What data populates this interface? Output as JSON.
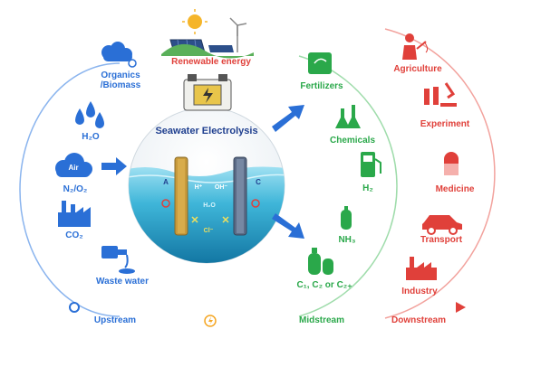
{
  "top": {
    "renewable_energy": "Renewable energy"
  },
  "center": {
    "title": "Seawater Electrolysis",
    "anode": "A",
    "cathode": "C",
    "h_plus": "H⁺",
    "oh_minus": "OH⁻",
    "h2o": "H₂O",
    "cl_minus": "Cl⁻"
  },
  "upstream": {
    "items": [
      "Organics /Biomass",
      "H₂O",
      "N₂/O₂",
      "CO₂",
      "Waste water"
    ],
    "air_badge": "Air"
  },
  "midstream": {
    "items": [
      "Fertilizers",
      "Chemicals",
      "H₂",
      "NH₃",
      "C₁, C₂ or C₂₊"
    ]
  },
  "downstream": {
    "items": [
      "Agriculture",
      "Experiment",
      "Medicine",
      "Transport",
      "Industry"
    ]
  },
  "bottom_bar": {
    "upstream": "Upstream",
    "midstream": "Midstream",
    "downstream": "Downstream"
  },
  "colors": {
    "upstream": "#2a6fd6",
    "midstream": "#2aa84a",
    "downstream": "#e0403a",
    "sea": "#3fb6d9"
  }
}
